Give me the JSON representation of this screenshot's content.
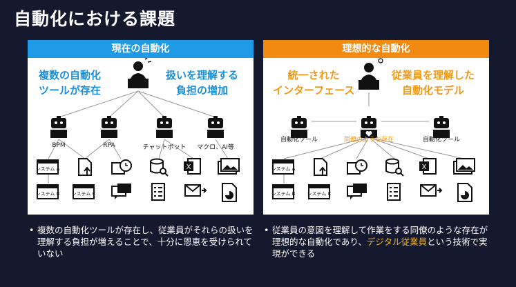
{
  "title": "自動化における課題",
  "left": {
    "header": "現在の自動化",
    "caption_left": [
      "複数の自動化",
      "ツールが存在"
    ],
    "caption_right": [
      "扱いを理解する",
      "負担の増加"
    ],
    "robots": [
      "BPM",
      "RPA",
      "チャットボット",
      "マクロ、AI等"
    ],
    "window_tiles": [
      "システム A",
      "システム C",
      "システム B"
    ],
    "bullet": "複数の自動化ツールが存在し、従業員がそれらの扱いを理解する負担が増えることで、十分に恩恵を受けられていない"
  },
  "right": {
    "header": "理想的な自動化",
    "caption_left": [
      "統一された",
      "インターフェース"
    ],
    "caption_right": [
      "従業員を理解した",
      "自動化モデル"
    ],
    "robots": [
      "自動化ツール",
      "同僚のような存在",
      "自動化ツール"
    ],
    "window_tiles": [
      "システム A",
      "システム C",
      "システム B"
    ],
    "bullet_pre": "従業員の意図を理解して作業をする同僚のような存在が理想的な自動化であり、",
    "bullet_highlight": "デジタル従業員",
    "bullet_post": "という技術で実現ができる"
  },
  "colors": {
    "background": "#15192e",
    "left_header": "#1e9be4",
    "right_header": "#f28a12",
    "accent": "#f29a16"
  }
}
